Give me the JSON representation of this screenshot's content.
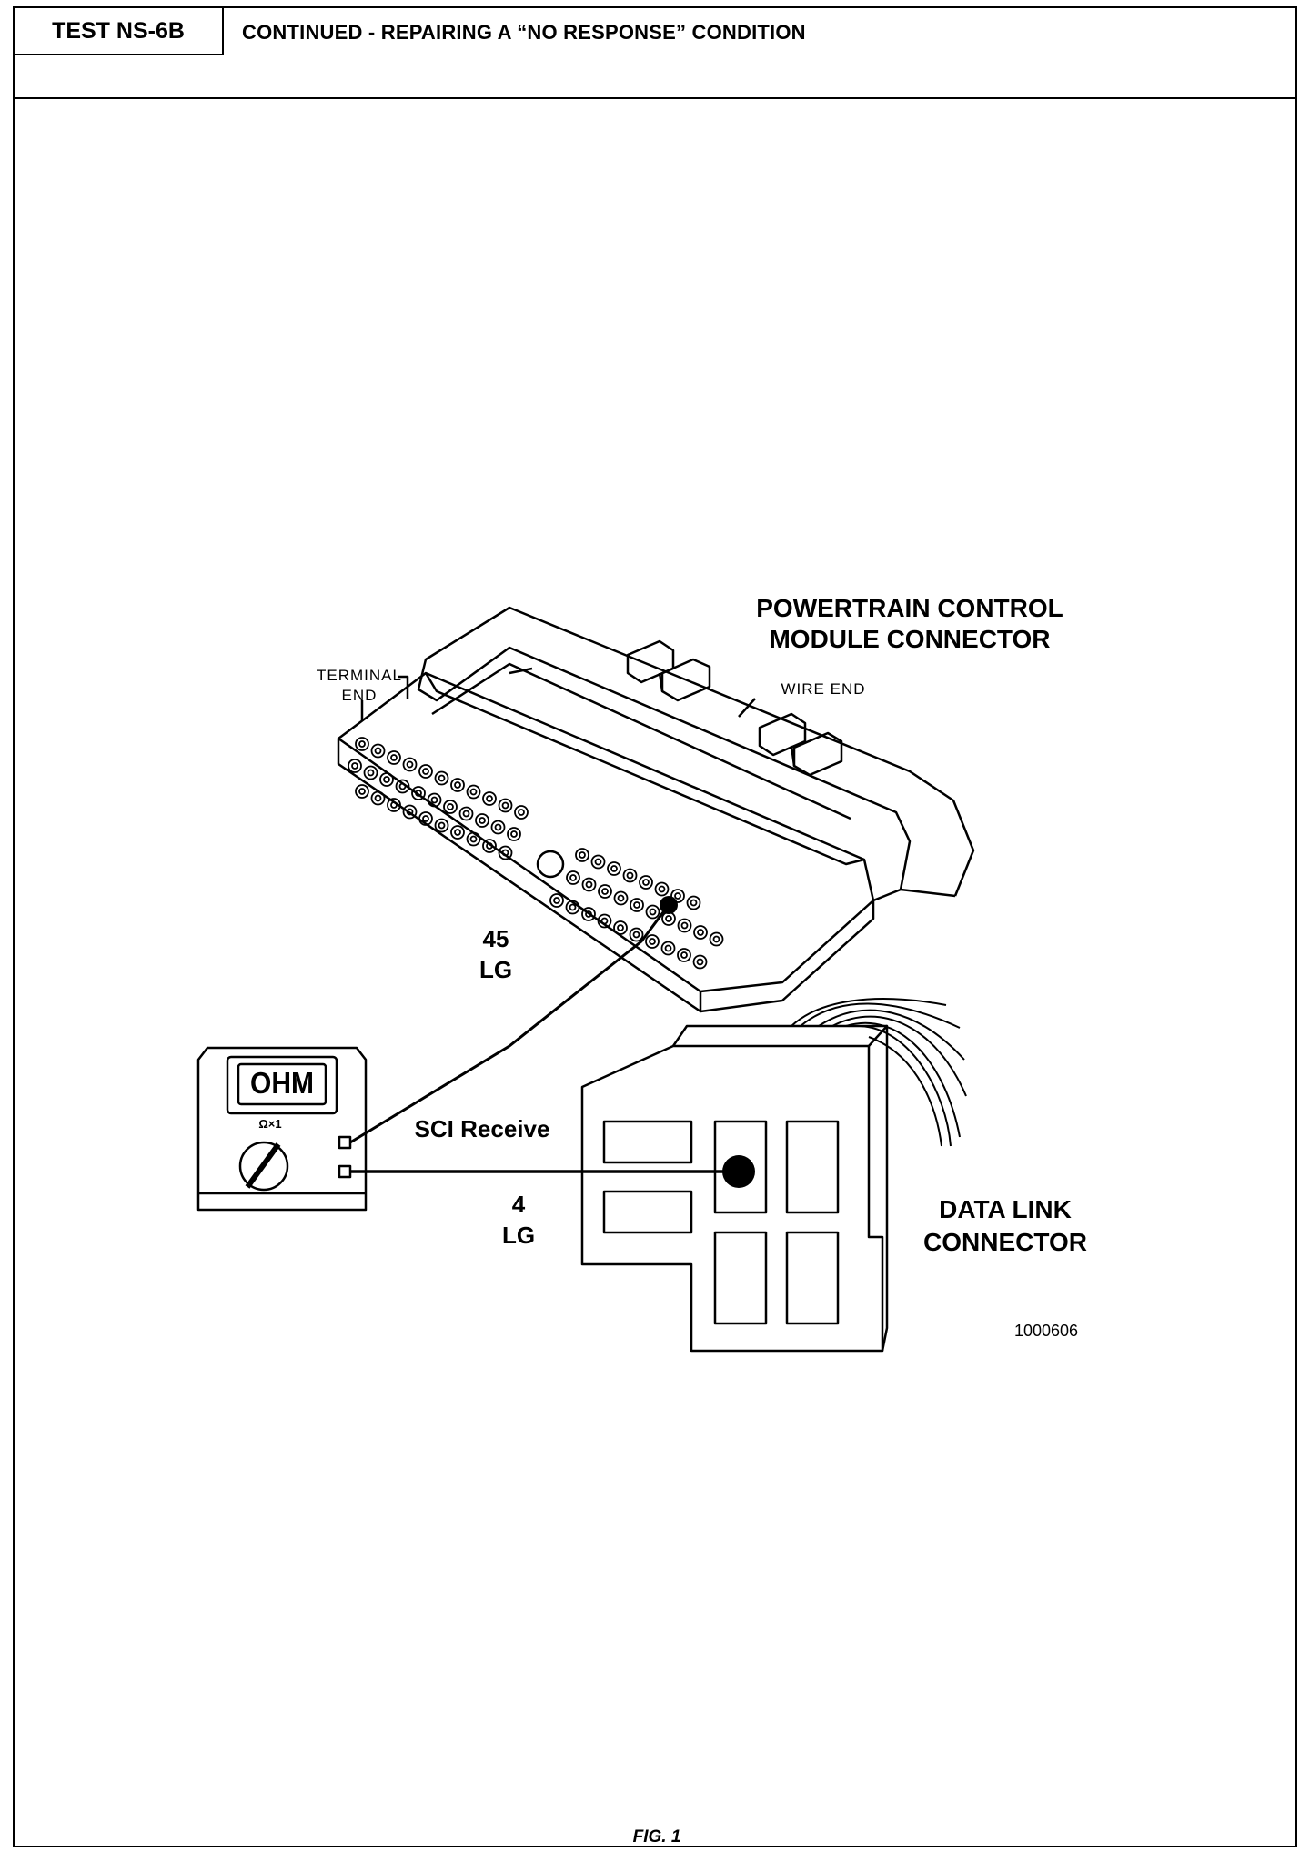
{
  "header": {
    "test_id": "TEST NS-6B",
    "title": "CONTINUED - REPAIRING A “NO RESPONSE” CONDITION"
  },
  "figure": {
    "pcm_label_line1": "POWERTRAIN CONTROL",
    "pcm_label_line2": "MODULE CONNECTOR",
    "terminal_end_line1": "TERMINAL",
    "terminal_end_line2": "END",
    "wire_end": "WIRE END",
    "wire1_pin": "45",
    "wire1_color": "LG",
    "sci_receive": "SCI Receive",
    "wire2_pin": "4",
    "wire2_color": "LG",
    "meter_display": "OHM",
    "meter_range": "Ω×1",
    "dlc_label_line1": "DATA LINK",
    "dlc_label_line2": "CONNECTOR",
    "part_number": "1000606",
    "caption": "FIG. 1"
  }
}
